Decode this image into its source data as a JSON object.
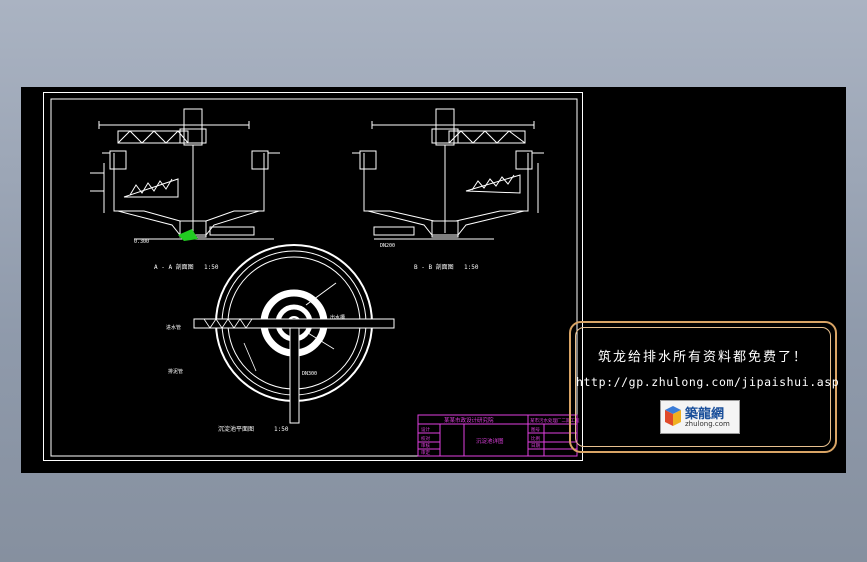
{
  "drawing": {
    "section_a_label": "A - A 剖面图",
    "section_a_scale": "1:50",
    "section_b_label": "B - B 剖面图",
    "section_b_scale": "1:50",
    "plan_label": "沉淀池平面图",
    "plan_scale": "1:50",
    "annotations": [
      "0.300",
      "进水管",
      "出水槽",
      "排泥管",
      "DN300",
      "DN200"
    ],
    "title_block": {
      "company": "某某市政设计研究院",
      "project": "某市污水处理厂二期工程",
      "drawing_name": "沉淀池详图",
      "rows_left": [
        "设计",
        "校对",
        "审核",
        "审定"
      ],
      "rows_right": [
        "图号",
        "比例",
        "日期"
      ]
    }
  },
  "promo": {
    "title": "筑龙给排水所有资料都免费了！",
    "url": "http://gp.zhulong.com/jipaishui.asp",
    "logo_cn": "築龍網",
    "logo_en": "zhulong.com"
  },
  "colors": {
    "background": "#000000",
    "lines": "#ffffff",
    "title_block": "#e040e0",
    "promo_border": "#d9a465",
    "highlight": "#22cc22"
  }
}
